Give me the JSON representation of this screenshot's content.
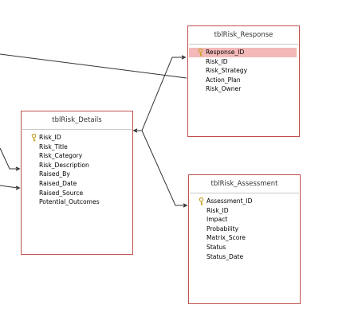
{
  "tables": {
    "risk_response": {
      "name": "tblRisk_Response",
      "fields": [
        {
          "label": "Response_ID",
          "primary_key": true,
          "selected": true
        },
        {
          "label": "Risk_ID",
          "primary_key": false,
          "selected": false
        },
        {
          "label": "Risk_Strategy",
          "primary_key": false,
          "selected": false
        },
        {
          "label": "Action_Plan",
          "primary_key": false,
          "selected": false
        },
        {
          "label": "Risk_Owner",
          "primary_key": false,
          "selected": false
        }
      ]
    },
    "risk_details": {
      "name": "tblRisk_Details",
      "fields": [
        {
          "label": "Risk_ID",
          "primary_key": true,
          "selected": false
        },
        {
          "label": "Risk_Title",
          "primary_key": false,
          "selected": false
        },
        {
          "label": "Risk_Category",
          "primary_key": false,
          "selected": false
        },
        {
          "label": "Risk_Description",
          "primary_key": false,
          "selected": false
        },
        {
          "label": "Raised_By",
          "primary_key": false,
          "selected": false
        },
        {
          "label": "Raised_Date",
          "primary_key": false,
          "selected": false
        },
        {
          "label": "Raised_Source",
          "primary_key": false,
          "selected": false
        },
        {
          "label": "Potential_Outcomes",
          "primary_key": false,
          "selected": false
        }
      ]
    },
    "risk_assessment": {
      "name": "tblRisk_Assessment",
      "fields": [
        {
          "label": "Assessment_ID",
          "primary_key": true,
          "selected": false
        },
        {
          "label": "Risk_ID",
          "primary_key": false,
          "selected": false
        },
        {
          "label": "Impact",
          "primary_key": false,
          "selected": false
        },
        {
          "label": "Probability",
          "primary_key": false,
          "selected": false
        },
        {
          "label": "Matrix_Score",
          "primary_key": false,
          "selected": false
        },
        {
          "label": "Status",
          "primary_key": false,
          "selected": false
        },
        {
          "label": "Status_Date",
          "primary_key": false,
          "selected": false
        }
      ]
    }
  },
  "colors": {
    "table_border": "#c0504d",
    "selected_row": "#f4b8b8",
    "relationship_line": "#333333",
    "key_icon": "#c9a227"
  },
  "icons": {
    "primary_key": "key-icon"
  }
}
